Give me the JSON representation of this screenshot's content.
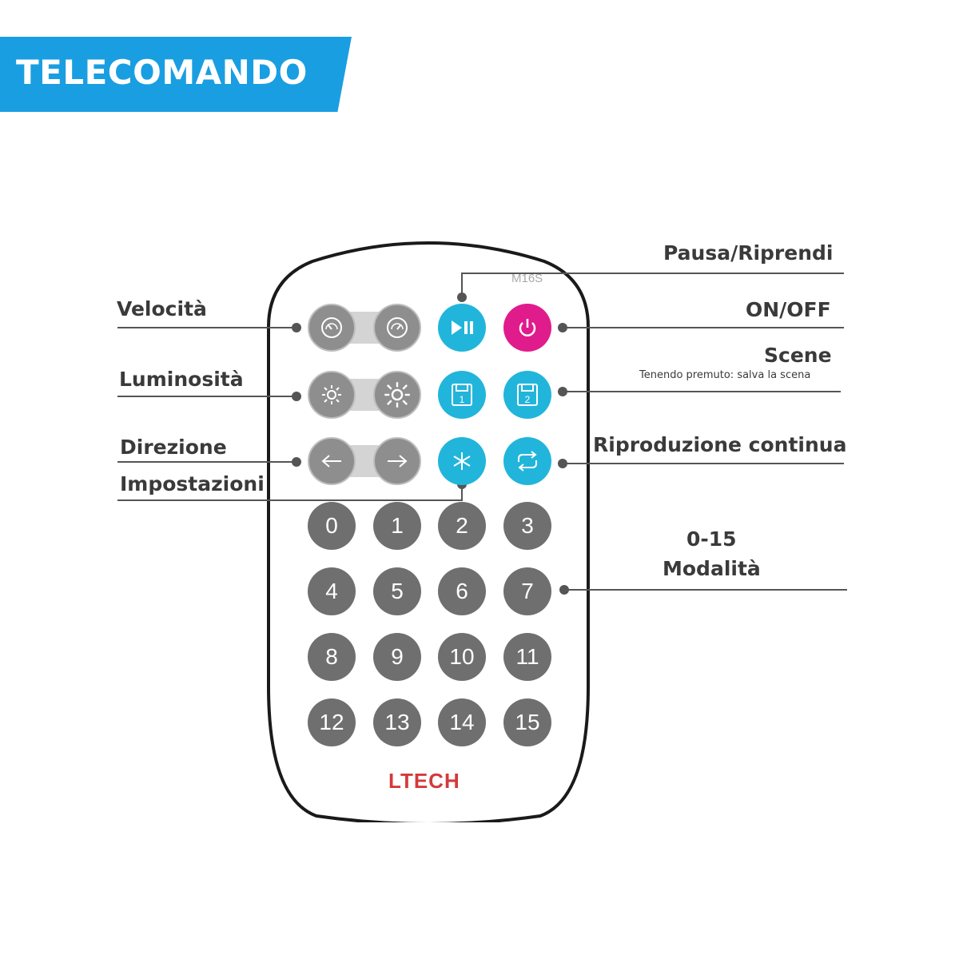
{
  "banner": {
    "title": "TELECOMANDO",
    "color": "#1a9ee2"
  },
  "remote": {
    "brand": "LTECH",
    "model": "M16S",
    "number_buttons": [
      "0",
      "1",
      "2",
      "3",
      "4",
      "5",
      "6",
      "7",
      "8",
      "9",
      "10",
      "11",
      "12",
      "13",
      "14",
      "15"
    ]
  },
  "labels": {
    "pausa": "Pausa/Riprendi",
    "velocita": "Velocità",
    "onoff": "ON/OFF",
    "scene": "Scene",
    "scene_note": "Tenendo premuto: salva la scena",
    "luminosita": "Luminosità",
    "direzione": "Direzione",
    "riproduzione": "Riproduzione continua",
    "impostazioni": "Impostazioni",
    "range": "0-15",
    "modalita": "Modalità"
  },
  "colors": {
    "accent": "#22b5db",
    "power": "#e01b8c",
    "brand": "#d43a3a",
    "button_grey": "#8e8e8e",
    "number_grey": "#6f6f6f"
  },
  "icons": {
    "speed_down": "speedometer-icon",
    "speed_up": "speedometer-icon",
    "play_pause": "play-pause-icon",
    "power": "power-icon",
    "brightness_down": "sun-icon",
    "brightness_up": "sun-icon",
    "scene1": "save-1-icon",
    "scene2": "save-2-icon",
    "left": "arrow-left-icon",
    "right": "arrow-right-icon",
    "settings": "asterisk-icon",
    "loop": "repeat-icon"
  }
}
